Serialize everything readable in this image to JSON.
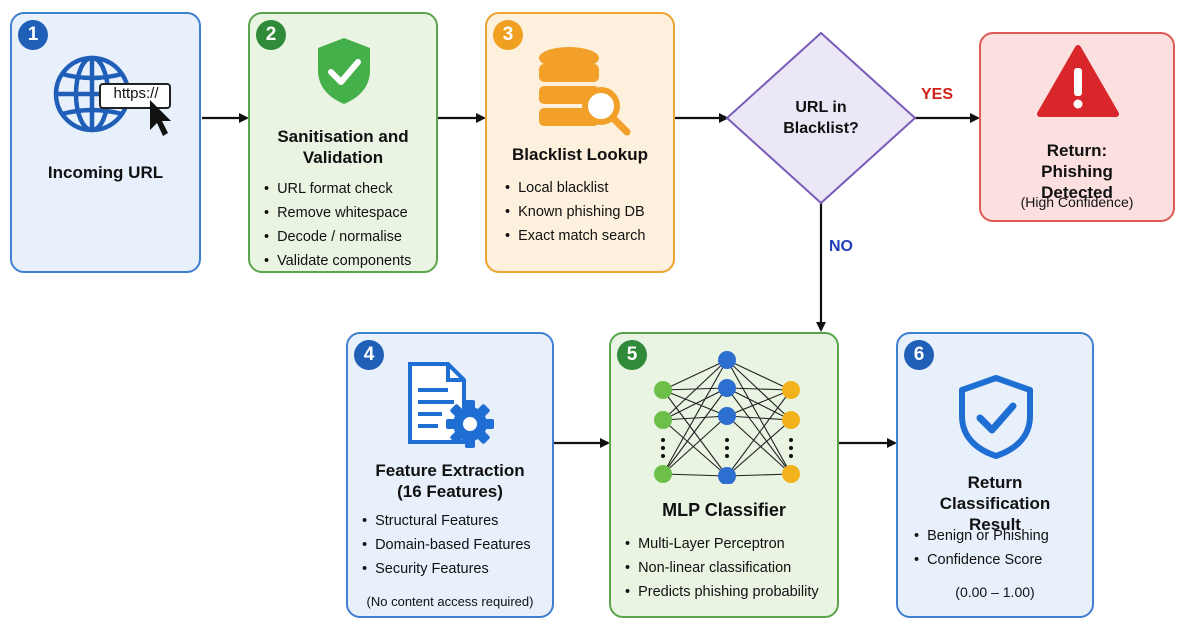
{
  "steps": {
    "s1": {
      "number": "1",
      "title": "Incoming URL",
      "url_text": "https://"
    },
    "s2": {
      "number": "2",
      "title": "Sanitisation and Validation",
      "bullets": [
        "URL format check",
        "Remove whitespace",
        "Decode / normalise",
        "Validate components"
      ]
    },
    "s3": {
      "number": "3",
      "title": "Blacklist Lookup",
      "bullets": [
        "Local blacklist",
        "Known phishing DB",
        "Exact match search"
      ]
    },
    "decision": {
      "text": "URL in Blacklist?",
      "yes": "YES",
      "no": "NO"
    },
    "phish": {
      "title": "Return: Phishing Detected",
      "subtitle": "(High Confidence)"
    },
    "s4": {
      "number": "4",
      "title": "Feature Extraction (16 Features)",
      "bullets": [
        "Structural Features",
        "Domain-based Features",
        "Security Features"
      ],
      "note": "(No content access required)"
    },
    "s5": {
      "number": "5",
      "title": "MLP Classifier",
      "bullets": [
        "Multi-Layer Perceptron",
        "Non-linear classification",
        "Predicts phishing probability"
      ]
    },
    "s6": {
      "number": "6",
      "title": "Return Classification Result",
      "bullets": [
        "Benign or Phishing",
        "Confidence Score"
      ],
      "range": "(0.00 – 1.00)"
    }
  },
  "colors": {
    "blue": "#3f7fd0",
    "green": "#5aa44b",
    "orange": "#eda531",
    "red": "#e05a55",
    "purple": "#7b5bb8",
    "yes_label": "#d0211b",
    "no_label": "#1f3fb8"
  },
  "icons": {
    "s1": "globe-with-url-bar-icon",
    "s2": "shield-check-icon",
    "s3": "database-search-icon",
    "phish": "warning-triangle-icon",
    "s4": "document-gear-icon",
    "s5": "neural-network-icon",
    "s6": "shield-check-outline-icon"
  }
}
